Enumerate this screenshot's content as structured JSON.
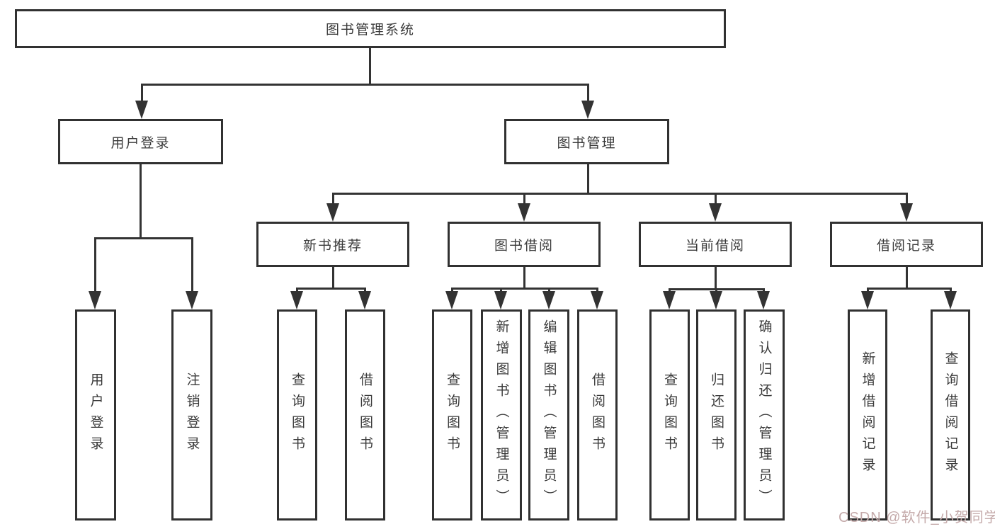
{
  "colors": {
    "line": "#333333",
    "box_border": "#313131",
    "text": "#3a3a3a",
    "watermark": "#c5abab",
    "background": "#ffffff"
  },
  "watermark": {
    "text": "CSDN @软件_小贺同学"
  },
  "tree": {
    "root": {
      "label": "图书管理系统"
    },
    "branches": [
      {
        "label": "用户登录",
        "children": [
          {
            "label": "用户登录"
          },
          {
            "label": "注销登录"
          }
        ]
      },
      {
        "label": "图书管理",
        "children": [
          {
            "label": "新书推荐",
            "children": [
              {
                "label": "查询图书"
              },
              {
                "label": "借阅图书"
              }
            ]
          },
          {
            "label": "图书借阅",
            "children": [
              {
                "label": "查询图书"
              },
              {
                "label": "新增图书（管理员）"
              },
              {
                "label": "编辑图书（管理员）"
              },
              {
                "label": "借阅图书"
              }
            ]
          },
          {
            "label": "当前借阅",
            "children": [
              {
                "label": "查询图书"
              },
              {
                "label": "归还图书"
              },
              {
                "label": "确认归还（管理员）"
              }
            ]
          },
          {
            "label": "借阅记录",
            "children": [
              {
                "label": "新增借阅记录"
              },
              {
                "label": "查询借阅记录"
              }
            ]
          }
        ]
      }
    ]
  }
}
